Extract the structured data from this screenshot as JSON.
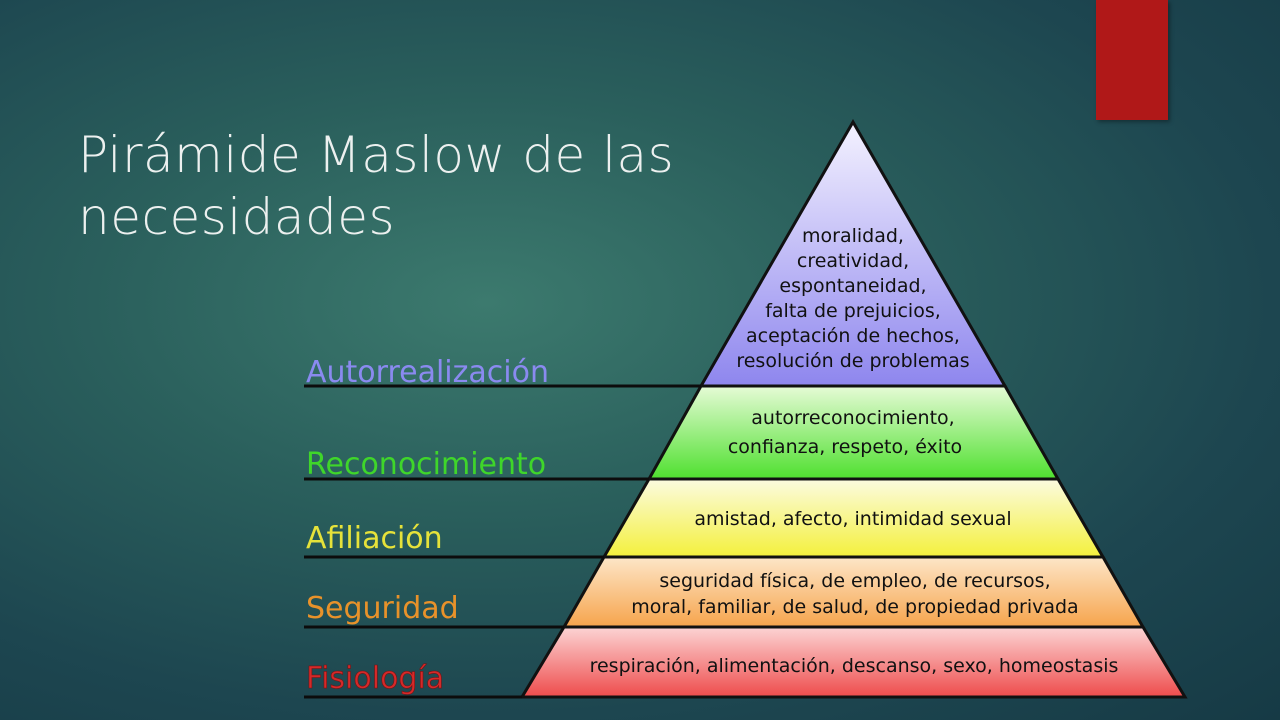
{
  "slide": {
    "title_line1": "Pirámide Maslow de las",
    "title_line2": "necesidades"
  },
  "pyramid": {
    "levels": [
      {
        "name": "Autorrealización",
        "label_color": "#8a8af0",
        "lines": [
          "moralidad,",
          "creatividad,",
          "espontaneidad,",
          "falta de prejuicios,",
          "aceptación de hechos,",
          "resolución de problemas"
        ]
      },
      {
        "name": "Reconocimiento",
        "label_color": "#3fd62a",
        "lines": [
          "autorreconocimiento,",
          "confianza, respeto, éxito"
        ]
      },
      {
        "name": "Afiliación",
        "label_color": "#e6e23a",
        "lines": [
          "amistad, afecto, intimidad sexual"
        ]
      },
      {
        "name": "Seguridad",
        "label_color": "#e8922a",
        "lines": [
          "seguridad física, de empleo, de recursos,",
          "moral, familiar, de salud, de propiedad privada"
        ]
      },
      {
        "name": "Fisiología",
        "label_color": "#d42a2a",
        "lines": [
          "respiración, alimentación, descanso, sexo, homeostasis"
        ]
      }
    ]
  },
  "colors": {
    "accent_bar": "#b01818",
    "background": "#2a5f5c"
  }
}
